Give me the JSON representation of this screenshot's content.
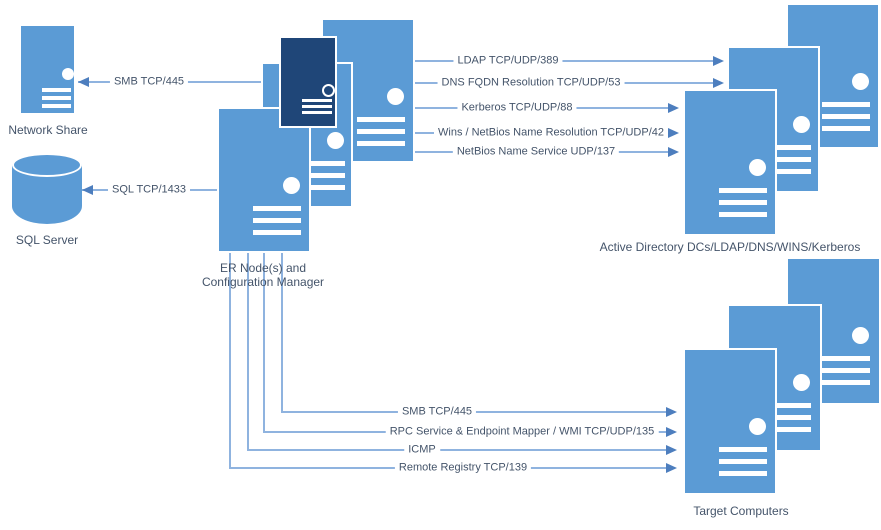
{
  "colors": {
    "server_blue": "#5B9BD5",
    "server_dark_navy": "#1F4678",
    "connector_line": "#8FB3DF",
    "arrowhead": "#4D7EBE",
    "label_text": "#44546A"
  },
  "nodes": {
    "network_share": {
      "label": "Network Share"
    },
    "sql_server": {
      "label": "SQL Server"
    },
    "er_node": {
      "label_line1": "ER Node(s) and",
      "label_line2": "Configuration Manager"
    },
    "active_directory": {
      "label": "Active Directory DCs/LDAP/DNS/WINS/Kerberos"
    },
    "target_computers": {
      "label": "Target Computers"
    }
  },
  "connections": [
    {
      "id": "smb-to-network-share",
      "label": "SMB TCP/445",
      "from": "er_node",
      "to": "network_share"
    },
    {
      "id": "sql-to-sql-server",
      "label": "SQL TCP/1433",
      "from": "er_node",
      "to": "sql_server"
    },
    {
      "id": "ldap",
      "label": "LDAP TCP/UDP/389",
      "from": "er_node",
      "to": "active_directory"
    },
    {
      "id": "dns-fqdn",
      "label": "DNS FQDN Resolution TCP/UDP/53",
      "from": "er_node",
      "to": "active_directory"
    },
    {
      "id": "kerberos",
      "label": "Kerberos TCP/UDP/88",
      "from": "er_node",
      "to": "active_directory"
    },
    {
      "id": "wins-netbios-resolution",
      "label": "Wins / NetBios Name Resolution TCP/UDP/42",
      "from": "er_node",
      "to": "active_directory"
    },
    {
      "id": "netbios-name-service",
      "label": "NetBios Name Service UDP/137",
      "from": "er_node",
      "to": "active_directory"
    },
    {
      "id": "smb-to-target",
      "label": "SMB TCP/445",
      "from": "er_node",
      "to": "target_computers"
    },
    {
      "id": "rpc-wmi",
      "label": "RPC Service & Endpoint Mapper / WMI TCP/UDP/135",
      "from": "er_node",
      "to": "target_computers"
    },
    {
      "id": "icmp",
      "label": "ICMP",
      "from": "er_node",
      "to": "target_computers"
    },
    {
      "id": "remote-registry",
      "label": "Remote Registry TCP/139",
      "from": "er_node",
      "to": "target_computers"
    }
  ]
}
